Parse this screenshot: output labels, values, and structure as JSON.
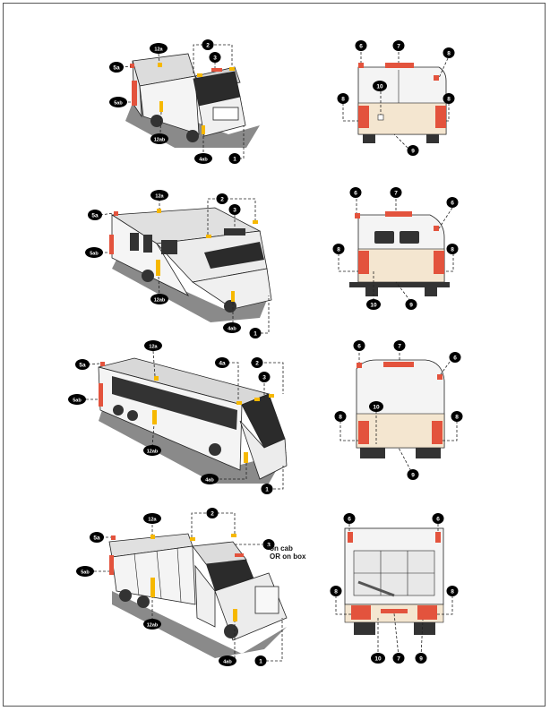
{
  "colors": {
    "marker": "#e3533d",
    "amber": "#f6b800",
    "callout_bg": "#000000",
    "shadow": "#7a7a7a",
    "body": "#eeeeee",
    "tan": "#f4e6d0"
  },
  "panels": [
    {
      "vehicle": "step-van",
      "side_callouts": [
        "5a",
        "12a",
        "2",
        "3",
        "5ab",
        "12ab",
        "4ab",
        "1"
      ],
      "rear_callouts": [
        "6",
        "7",
        "8",
        "8",
        "10",
        "8",
        "9"
      ]
    },
    {
      "vehicle": "motorhome",
      "side_callouts": [
        "5a",
        "12a",
        "2",
        "3",
        "5ab",
        "12ab",
        "4ab",
        "1"
      ],
      "rear_callouts": [
        "6",
        "7",
        "6",
        "8",
        "8",
        "10",
        "9"
      ]
    },
    {
      "vehicle": "coach-bus",
      "side_callouts": [
        "5a",
        "12a",
        "4a",
        "2",
        "3",
        "5ab",
        "12ab",
        "4ab",
        "1"
      ],
      "rear_callouts": [
        "6",
        "7",
        "6",
        "8",
        "10",
        "8",
        "9"
      ]
    },
    {
      "vehicle": "dump-truck",
      "side_callouts": [
        "5a",
        "12a",
        "2",
        "3",
        "5ab",
        "12ab",
        "4ab",
        "1"
      ],
      "note_line1": "*on cab",
      "note_line2": "OR on box",
      "rear_callouts": [
        "6",
        "6",
        "8",
        "8",
        "10",
        "7",
        "9"
      ]
    }
  ]
}
